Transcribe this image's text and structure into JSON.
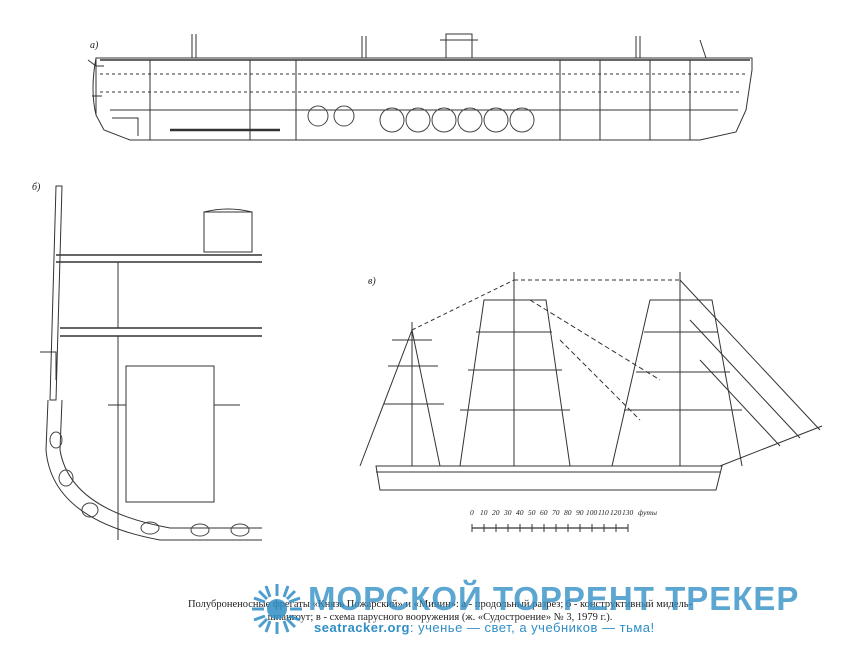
{
  "panels": {
    "a": "а)",
    "b": "б)",
    "c": "в)"
  },
  "scale": {
    "ticks": [
      "0",
      "10",
      "20",
      "30",
      "40",
      "50",
      "60",
      "70",
      "80",
      "90",
      "100",
      "110",
      "120",
      "130"
    ],
    "unit": "футы"
  },
  "caption": {
    "line1": "Полуброненосные фрегаты «Князь Пожарский» и «Минин»: а - продольный разрез; б - конструктивный мидель-",
    "line2": "шпангоут; в - схема парусного вооружения (ж. «Судостроение» № 3, 1979 г.)."
  },
  "watermark": {
    "title": "МОРСКОЙ ТОРРЕНТ ТРЕКЕР",
    "site": "seatracker.org",
    "tagline": ": ученье — свет, а учебников — тьма!"
  },
  "colors": {
    "ink": "#222222",
    "watermark": "#2f8ec6"
  }
}
